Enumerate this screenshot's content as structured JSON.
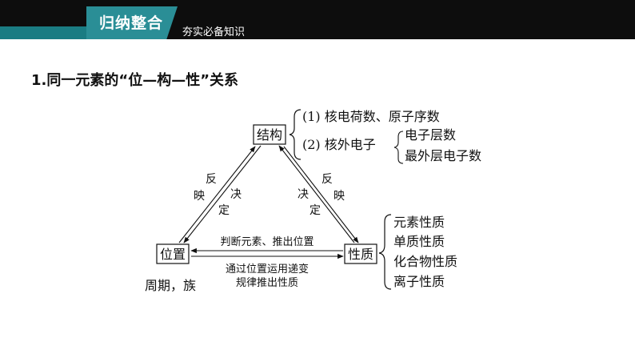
{
  "header": {
    "section_label": "归纳整合",
    "section_sub": "夯实必备知识"
  },
  "title": "1.同一元素的“位—构—性”关系",
  "diagram": {
    "nodes": {
      "structure": "结构",
      "position": "位置",
      "property": "性质"
    },
    "structure_items": {
      "item1": "(1) 核电荷数、原子序数",
      "item2_prefix": "(2) 核外电子",
      "item2_sub1": "电子层数",
      "item2_sub2": "最外层电子数"
    },
    "left_edge": {
      "reflect_1": "反",
      "reflect_2": "映",
      "decide_1": "决",
      "decide_2": "定"
    },
    "right_edge": {
      "reflect_1": "反",
      "reflect_2": "映",
      "decide_1": "决",
      "decide_2": "定"
    },
    "bottom_edge": {
      "top_label": "判断元素、推出位置",
      "bottom_label_1": "通过位置运用递变",
      "bottom_label_2": "规律推出性质"
    },
    "position_note": "周期，族",
    "property_items": [
      "元素性质",
      "单质性质",
      "化合物性质",
      "离子性质"
    ]
  }
}
